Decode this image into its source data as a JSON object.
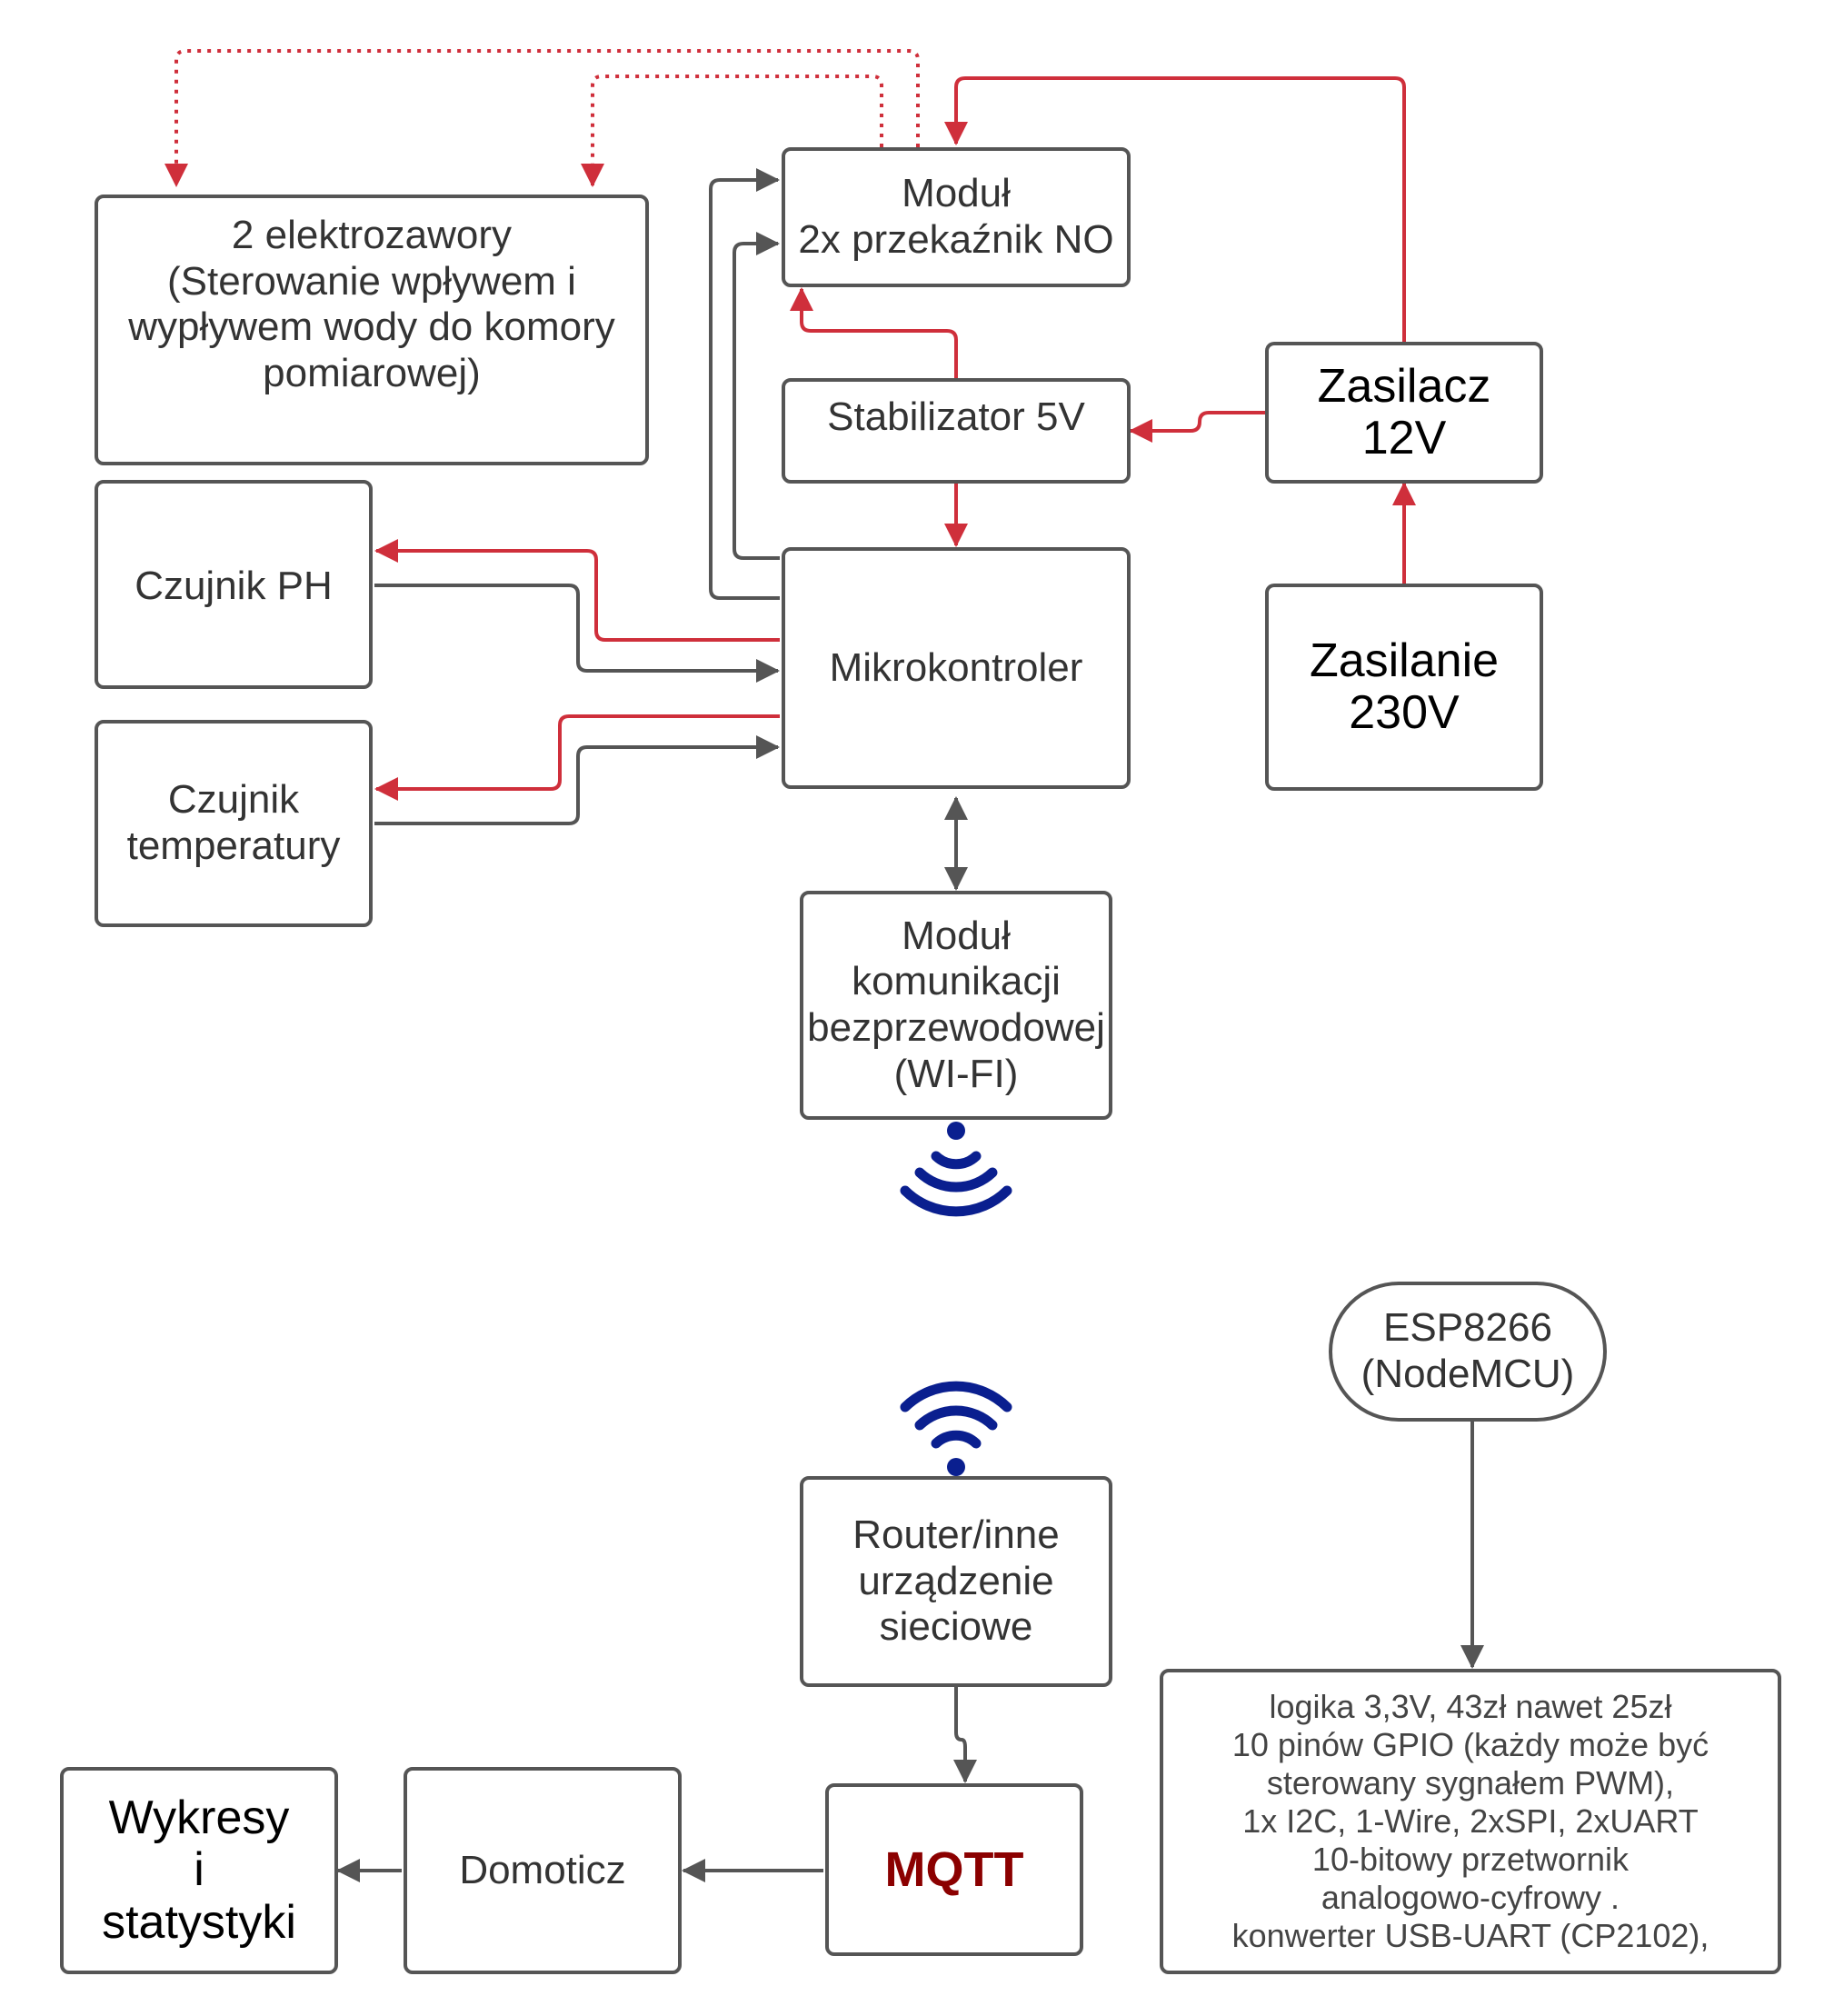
{
  "colors": {
    "power_red": "#cf2f3b",
    "signal_gray": "#555555",
    "wifi_blue": "#0a1f8f",
    "mqtt_text": "#8b0000"
  },
  "nodes": {
    "elektrozawory": "2 elektrozawory\n(Sterowanie wpływem i\nwypływem wody do komory\npomiarowej)",
    "modul_przekaznik": "Moduł\n2x przekaźnik NO",
    "stabilizator": "Stabilizator 5V",
    "zasilacz": "Zasilacz\n12V",
    "zasilanie": "Zasilanie\n230V",
    "czujnik_ph": "Czujnik PH",
    "czujnik_temp": "Czujnik\ntemperatury",
    "mikrokontroler": "Mikrokontroler",
    "modul_wifi": "Moduł\nkomunikacji\nbezprzewodowej\n(WI-FI)",
    "router": "Router/inne\nurządzenie\nsieciowe",
    "mqtt": "MQTT",
    "domoticz": "Domoticz",
    "wykresy": "Wykresy\ni\nstatystyki",
    "esp": "ESP8266\n(NodeMCU)",
    "esp_specs": "logika 3,3V, 43zł nawet 25zł\n10 pinów GPIO (każdy może być\nsterowany sygnałem PWM),\n1x I2C, 1-Wire,  2xSPI, 2xUART\n10-bitowy przetwornik\nanalogowo-cyfrowy .\nkonwerter USB-UART (CP2102),"
  }
}
